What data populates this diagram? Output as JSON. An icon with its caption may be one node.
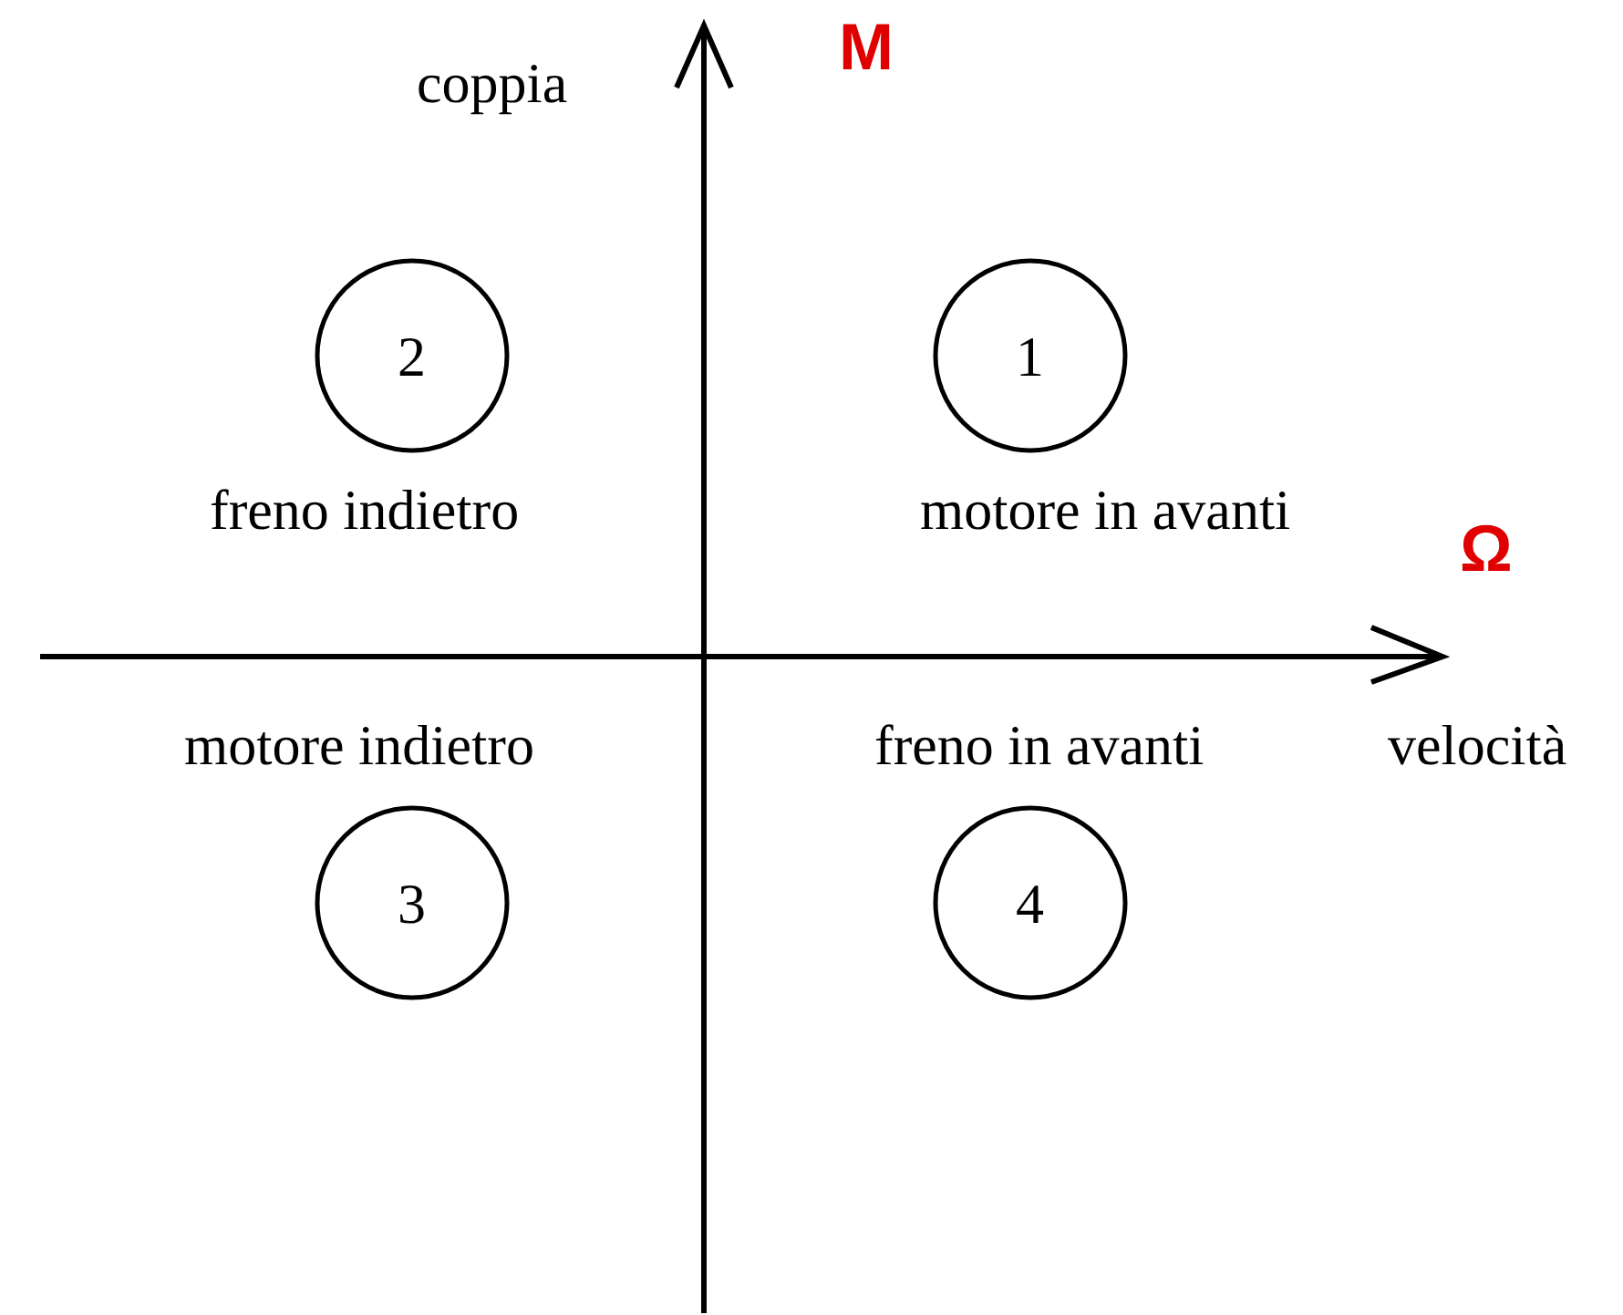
{
  "diagram": {
    "nodes": [
      {
        "text": [
          "2"
        ],
        "beside": [
          "freno indietro"
        ]
      },
      {
        "text": [
          "1"
        ],
        "beside": [
          "motore in avanti"
        ]
      },
      {
        "text": [
          "3"
        ],
        "beside": [
          "motore indietro"
        ]
      },
      {
        "text": [
          "4"
        ],
        "beside": [
          "freno in avanti"
        ]
      }
    ],
    "labels": [
      "coppia",
      "M",
      "Ω",
      "velocità"
    ]
  }
}
